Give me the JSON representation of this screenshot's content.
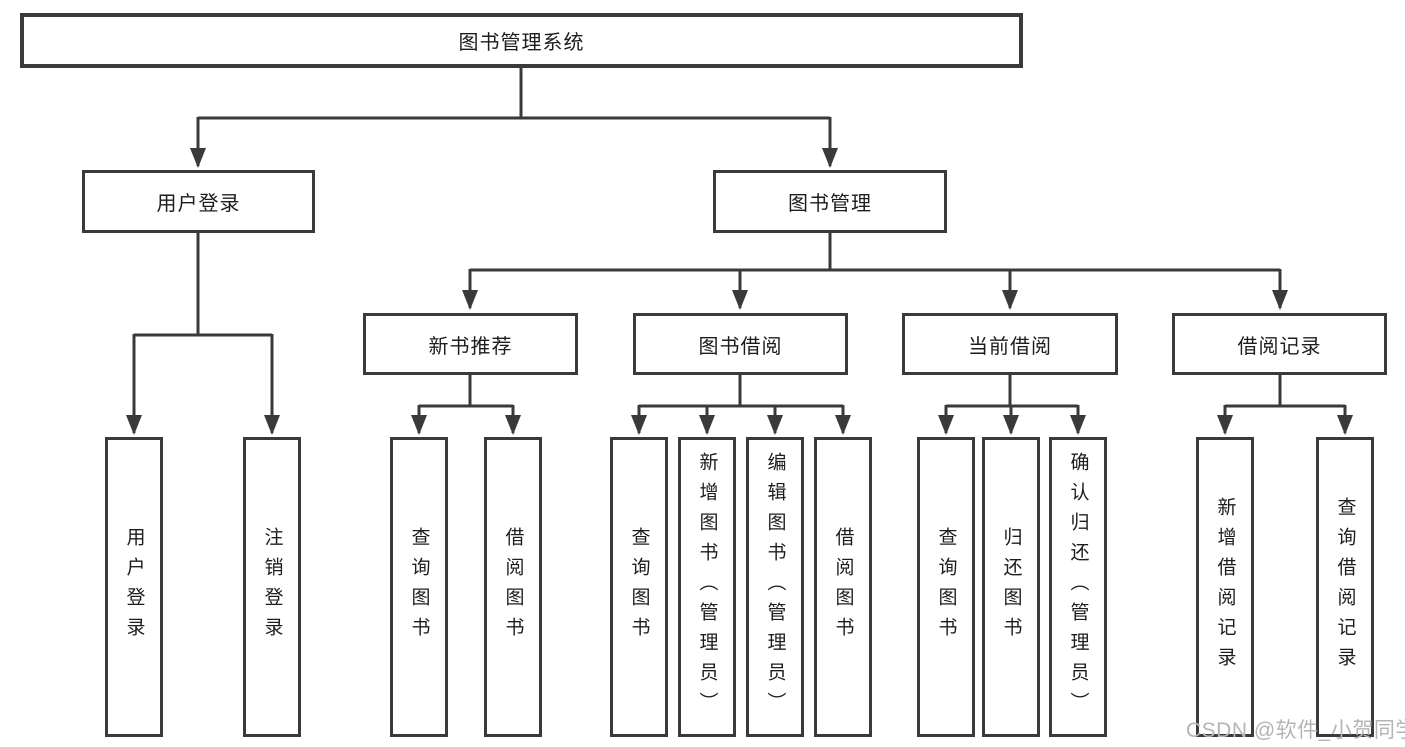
{
  "colors": {
    "line": "#3a3a3a",
    "box_border": "#3a3a3a",
    "text": "#1d1d1d",
    "background": "#ffffff",
    "watermark": "#b5b5b5"
  },
  "tree": {
    "root": "图书管理系统",
    "branches": [
      {
        "label": "用户登录",
        "children": [
          "用户登录",
          "注销登录"
        ]
      },
      {
        "label": "图书管理",
        "sections": [
          {
            "label": "新书推荐",
            "children": [
              "查询图书",
              "借阅图书"
            ]
          },
          {
            "label": "图书借阅",
            "children": [
              "查询图书",
              "新增图书（管理员）",
              "编辑图书（管理员）",
              "借阅图书"
            ]
          },
          {
            "label": "当前借阅",
            "children": [
              "查询图书",
              "归还图书",
              "确认归还（管理员）"
            ]
          },
          {
            "label": "借阅记录",
            "children": [
              "新增借阅记录",
              "查询借阅记录"
            ]
          }
        ]
      }
    ]
  },
  "watermark": "CSDN @软件_小贺同学"
}
